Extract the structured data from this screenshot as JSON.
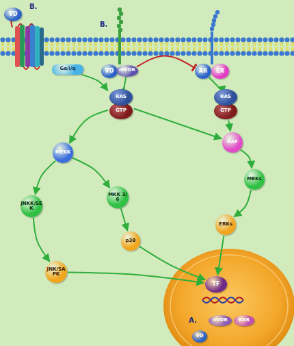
{
  "diagram": {
    "nodes": [
      {
        "text": [
          "VD"
        ]
      },
      {
        "text": [
          "Gα/i/q"
        ]
      },
      {
        "text": [
          "VD"
        ]
      },
      {
        "text": [
          "mVDR"
        ]
      },
      {
        "text": [
          "AR"
        ]
      },
      {
        "text": [
          "ER"
        ]
      },
      {
        "text": [
          "RAS",
          "GTP"
        ]
      },
      {
        "text": [
          "RAS",
          "GTP"
        ]
      },
      {
        "text": [
          "MEKK"
        ]
      },
      {
        "text": [
          "RAF"
        ]
      },
      {
        "text": [
          "MKK 3/6"
        ]
      },
      {
        "text": [
          "MEKs"
        ]
      },
      {
        "text": [
          "JNKK/SEK"
        ]
      },
      {
        "text": [
          "p38"
        ]
      },
      {
        "text": [
          "ERKs"
        ]
      },
      {
        "text": [
          "JNK/SAPK"
        ]
      },
      {
        "text": [
          "TF"
        ]
      },
      {
        "text": [
          "VD"
        ]
      },
      {
        "text": [
          "nVDR"
        ]
      },
      {
        "text": [
          "RXR"
        ]
      }
    ],
    "edges": [
      {
        "from": 1,
        "to": 6,
        "arrow": "to"
      },
      {
        "from": 3,
        "to": 6,
        "arrow": "to"
      },
      {
        "from": 6,
        "to": 8,
        "arrow": "to"
      },
      {
        "from": 6,
        "to": 9,
        "arrow": "to"
      },
      {
        "from": 4,
        "to": 7,
        "arrow": "to"
      },
      {
        "from": 7,
        "to": 9,
        "arrow": "to"
      },
      {
        "from": 9,
        "to": 11,
        "arrow": "to"
      },
      {
        "from": 11,
        "to": 14,
        "arrow": "to"
      },
      {
        "from": 14,
        "to": 16,
        "arrow": "to"
      },
      {
        "from": 8,
        "to": 12,
        "arrow": "to"
      },
      {
        "from": 8,
        "to": 10,
        "arrow": "to"
      },
      {
        "from": 10,
        "to": 13,
        "arrow": "to"
      },
      {
        "from": 13,
        "to": 16,
        "arrow": "to"
      },
      {
        "from": 12,
        "to": 15,
        "arrow": "to"
      },
      {
        "from": 15,
        "to": 16,
        "arrow": "to"
      },
      {
        "from": 3,
        "to": 4,
        "arrow": "to"
      }
    ],
    "labels": [
      "B.",
      "B.",
      "A."
    ]
  }
}
